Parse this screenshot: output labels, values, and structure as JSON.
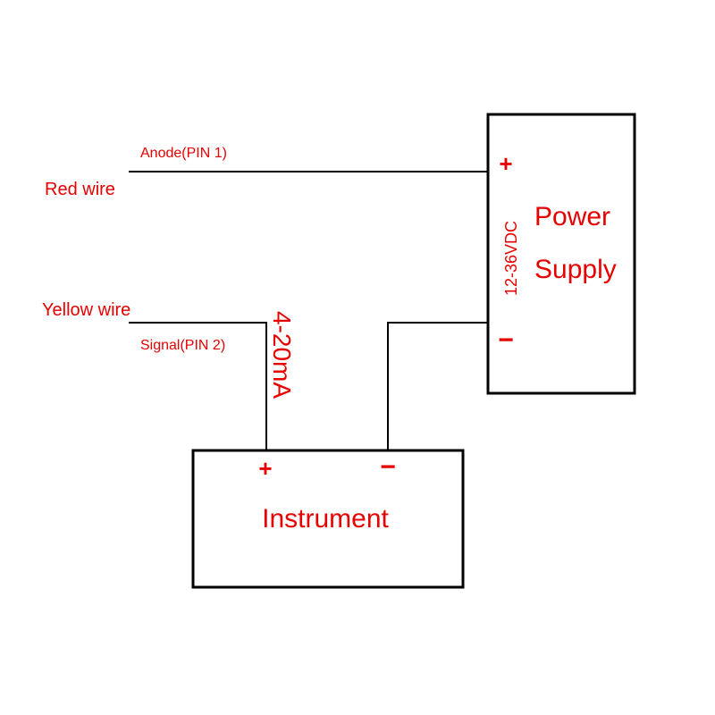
{
  "colors": {
    "label": "#e60000",
    "line": "#000000",
    "background": "#ffffff"
  },
  "wires": {
    "red": {
      "name": "Red wire",
      "pin": "Anode(PIN 1)"
    },
    "yellow": {
      "name": "Yellow wire",
      "pin": "Signal(PIN 2)"
    },
    "current_label": "4-20mA"
  },
  "power_supply": {
    "title_line1": "Power",
    "title_line2": "Supply",
    "voltage": "12-36VDC",
    "plus": "+",
    "minus": "−"
  },
  "instrument": {
    "title": "Instrument",
    "plus": "+",
    "minus": "−"
  }
}
